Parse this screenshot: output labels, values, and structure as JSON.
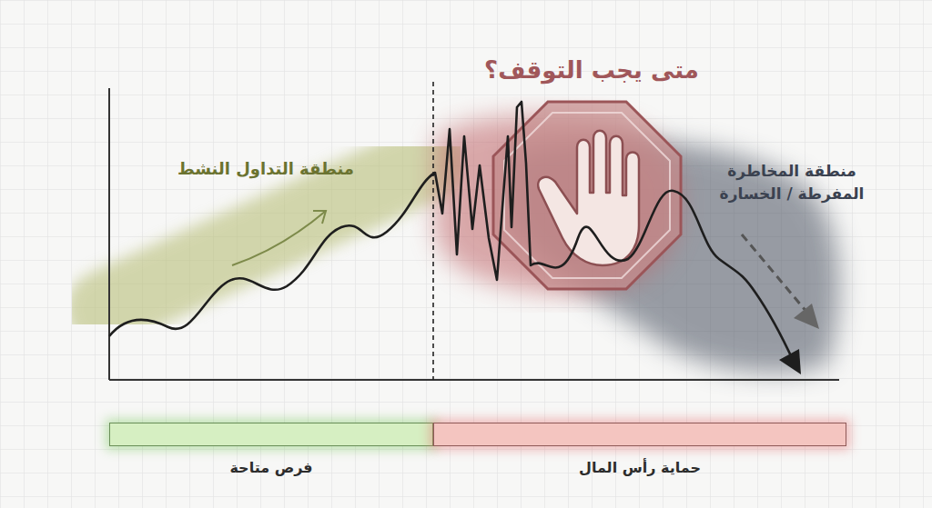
{
  "diagram": {
    "title": "متى يجب التوقف؟",
    "nodes": [
      {
        "text": [
          "فرص متاحة"
        ]
      },
      {
        "text": [
          "حماية رأس المال"
        ]
      }
    ],
    "labels": [
      "منطقة التداول النشط",
      "منطقة المخاطرة المفرطة / الخسارة"
    ]
  }
}
